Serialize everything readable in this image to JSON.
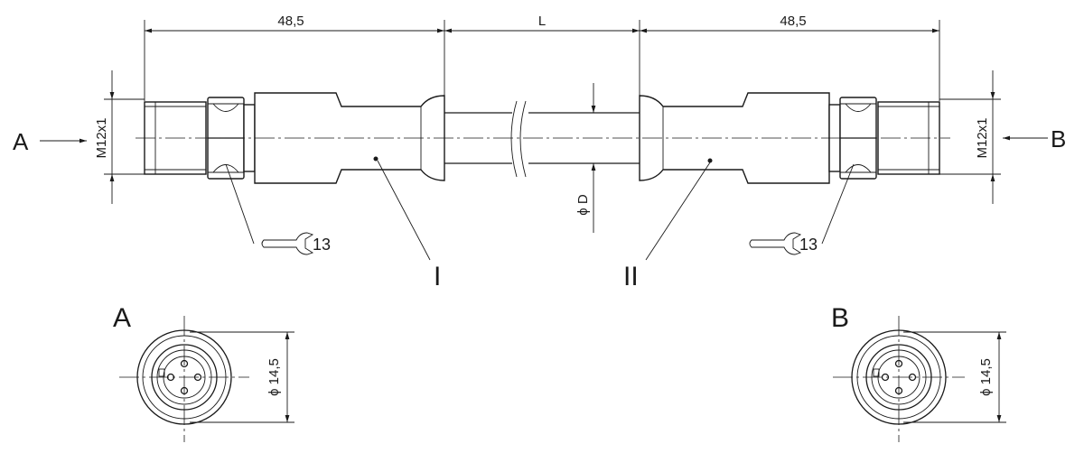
{
  "dimensions": {
    "left_length": "48,5",
    "middle_length": "L",
    "right_length": "48,5",
    "left_thread": "M12x1",
    "right_thread": "M12x1",
    "cable_diameter": "ϕ D",
    "wrench_left": "13",
    "wrench_right": "13",
    "face_a_diameter": "ϕ 14,5",
    "face_b_diameter": "ϕ 14,5"
  },
  "labels": {
    "view_a_arrow": "A",
    "view_b_arrow": "B",
    "part_one": "I",
    "part_two": "II",
    "view_a_title": "A",
    "view_b_title": "B"
  },
  "icons": {
    "wrench": "open-end-wrench-icon"
  },
  "colors": {
    "line": "#1a1a1a",
    "background": "#ffffff"
  }
}
